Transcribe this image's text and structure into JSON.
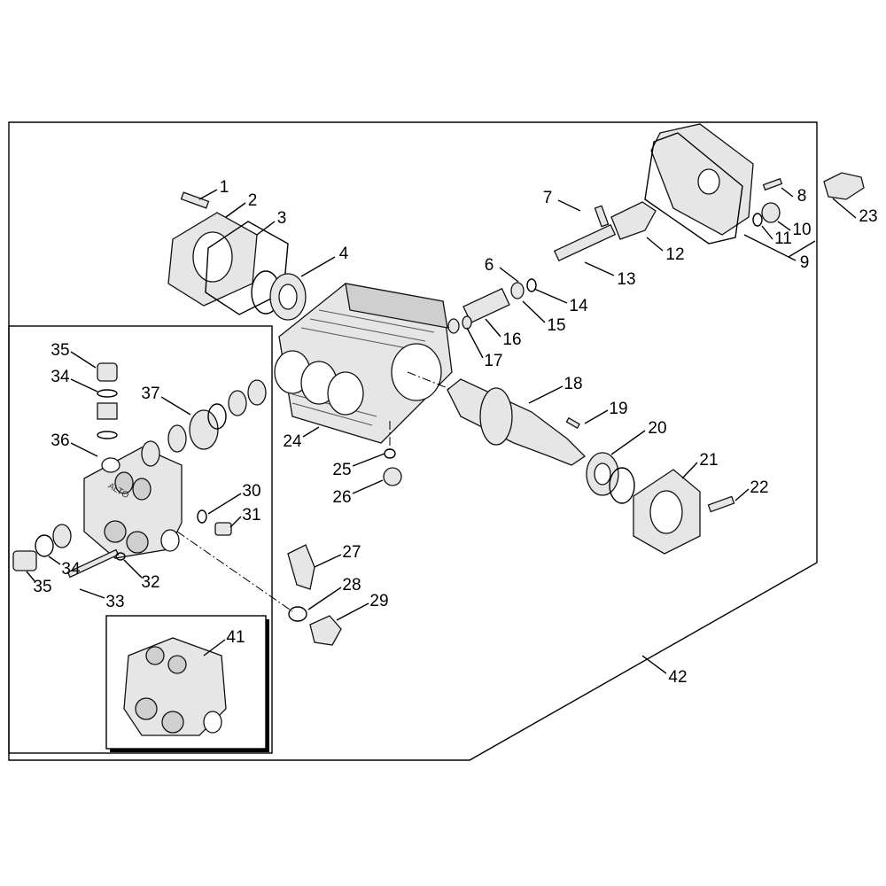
{
  "diagram": {
    "type": "exploded parts diagram",
    "manifold_brand": "ALTO",
    "colors": {
      "line": "#000000",
      "part_fill": "#e6e6e6",
      "background": "#ffffff"
    },
    "callouts": [
      "1",
      "2",
      "3",
      "4",
      "6",
      "7",
      "8",
      "9",
      "10",
      "11",
      "12",
      "13",
      "14",
      "15",
      "16",
      "17",
      "18",
      "19",
      "20",
      "21",
      "22",
      "23",
      "24",
      "25",
      "26",
      "27",
      "28",
      "29",
      "30",
      "31",
      "32",
      "33",
      "34",
      "34",
      "35",
      "35",
      "36",
      "37",
      "41",
      "42"
    ]
  }
}
